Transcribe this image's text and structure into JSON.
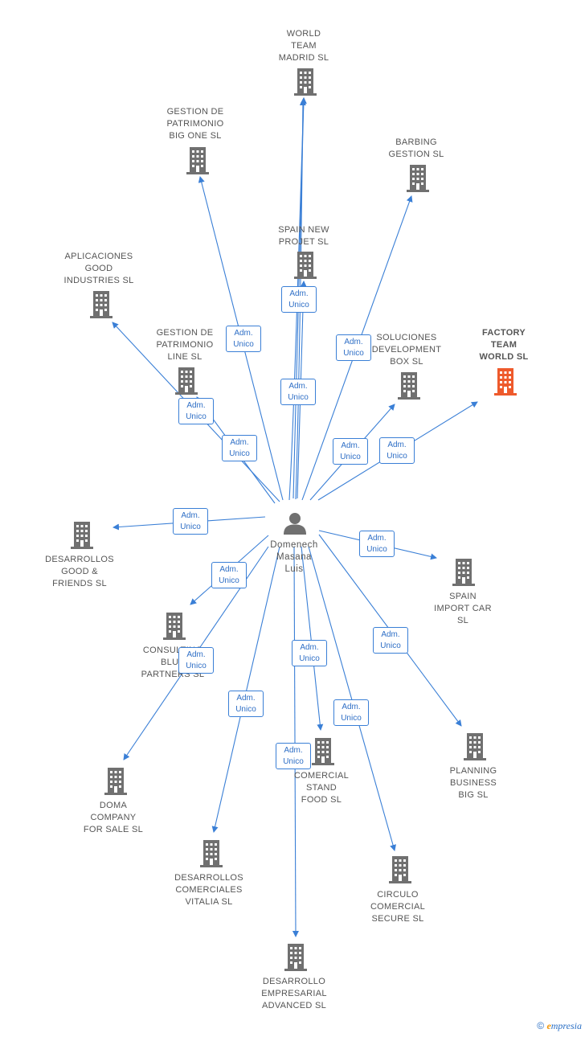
{
  "colors": {
    "edge": "#3a7fd6",
    "building": "#707070",
    "highlight": "#ee5a2c",
    "person": "#707070"
  },
  "person": {
    "name": "Domenech\nMasana\nLuis",
    "icon": "person-icon"
  },
  "edge_label": "Adm.\nUnico",
  "companies": [
    {
      "id": "world-team-madrid",
      "name": "WORLD\nTEAM\nMADRID SL"
    },
    {
      "id": "gestion-patrimonio-big-one",
      "name": "GESTION DE\nPATRIMONIO\nBIG ONE SL"
    },
    {
      "id": "barbing-gestion",
      "name": "BARBING\nGESTION SL"
    },
    {
      "id": "spain-new-projet",
      "name": "SPAIN NEW\nPROJET SL"
    },
    {
      "id": "aplicaciones-good-industries",
      "name": "APLICACIONES\nGOOD\nINDUSTRIES SL"
    },
    {
      "id": "factory-team-world",
      "name": "FACTORY\nTEAM\nWORLD SL",
      "highlight": true
    },
    {
      "id": "gestion-patrimonio-line",
      "name": "GESTION DE\nPATRIMONIO\nLINE SL"
    },
    {
      "id": "soluciones-development-box",
      "name": "SOLUCIONES\nDEVELOPMENT\nBOX SL"
    },
    {
      "id": "desarrollos-good-friends",
      "name": "DESARROLLOS\nGOOD &\nFRIENDS SL"
    },
    {
      "id": "spain-import-car",
      "name": "SPAIN\nIMPORT CAR\nSL"
    },
    {
      "id": "consulting-blue-partners",
      "name": "CONSULTING\nBLUE\nPARTNERS SL"
    },
    {
      "id": "planning-business-big",
      "name": "PLANNING\nBUSINESS\nBIG SL"
    },
    {
      "id": "doma-company-for-sale",
      "name": "DOMA\nCOMPANY\nFOR SALE SL"
    },
    {
      "id": "comercial-stand-food",
      "name": "COMERCIAL\nSTAND\nFOOD SL"
    },
    {
      "id": "desarrollos-comerciales-vitalia",
      "name": "DESARROLLOS\nCOMERCIALES\nVITALIA SL"
    },
    {
      "id": "circulo-comercial-secure",
      "name": "CIRCULO\nCOMERCIAL\nSECURE SL"
    },
    {
      "id": "desarrollo-empresarial-advanced",
      "name": "DESARROLLO\nEMPRESARIAL\nADVANCED SL"
    }
  ],
  "watermark": {
    "copyright": "©",
    "brand_initial": "e",
    "brand_rest": "mpresia"
  }
}
